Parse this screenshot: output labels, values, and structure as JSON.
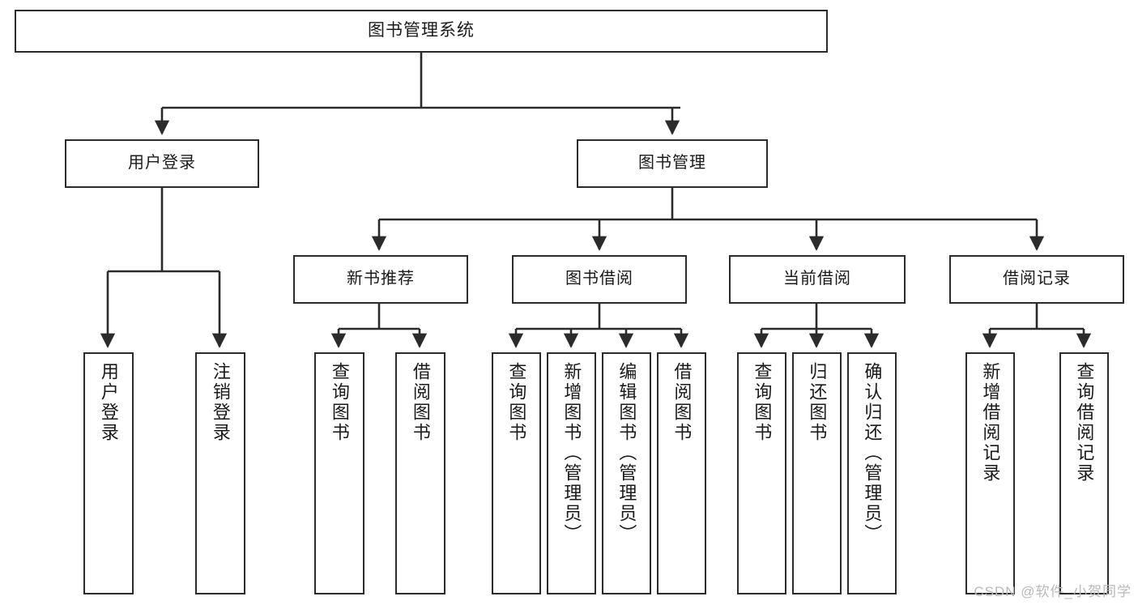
{
  "diagram": {
    "type": "tree-hierarchy",
    "title": "图书管理系统",
    "watermark": "CSDN @软件_小贺同学",
    "colors": {
      "box_border": "#2b2b2b",
      "box_fill": "#ffffff",
      "edge": "#2b2b2b",
      "text": "#1a1a1a",
      "watermark": "#b9b9b9",
      "background": "#ffffff"
    },
    "nodes": {
      "root": {
        "label": "图书管理系统"
      },
      "level2": [
        {
          "label": "用户登录"
        },
        {
          "label": "图书管理"
        }
      ],
      "level3": [
        {
          "label": "新书推荐"
        },
        {
          "label": "图书借阅"
        },
        {
          "label": "当前借阅"
        },
        {
          "label": "借阅记录"
        }
      ],
      "leaves": {
        "user_login": [
          {
            "label": "用户登录"
          },
          {
            "label": "注销登录"
          }
        ],
        "new_book_recommend": [
          {
            "label": "查询图书"
          },
          {
            "label": "借阅图书"
          }
        ],
        "book_borrow": [
          {
            "label": "查询图书"
          },
          {
            "label": "新增图书（管理员）"
          },
          {
            "label": "编辑图书（管理员）"
          },
          {
            "label": "借阅图书"
          }
        ],
        "current_borrow": [
          {
            "label": "查询图书"
          },
          {
            "label": "归还图书"
          },
          {
            "label": "确认归还（管理员）"
          }
        ],
        "borrow_record": [
          {
            "label": "新增借阅记录"
          },
          {
            "label": "查询借阅记录"
          }
        ]
      }
    }
  }
}
